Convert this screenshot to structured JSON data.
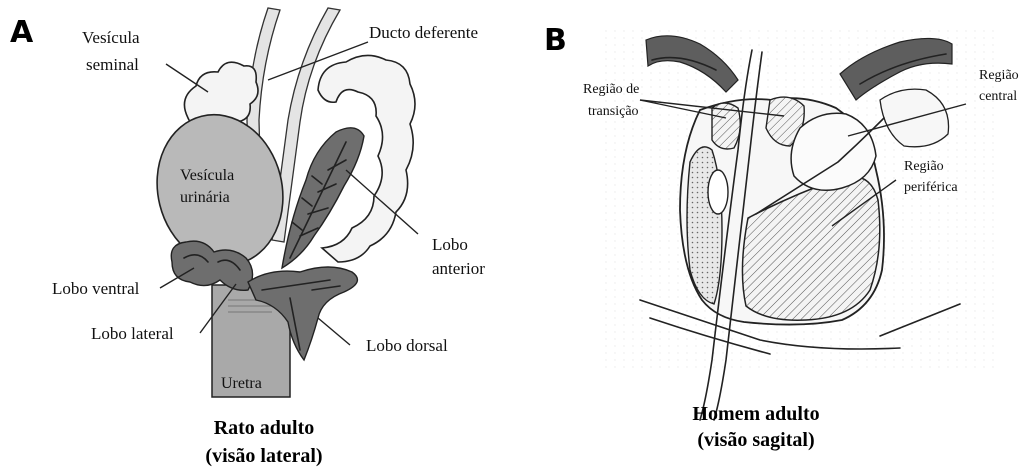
{
  "panels": [
    {
      "letter": "A",
      "labels": {
        "vesicula_seminal": [
          "Vesícula",
          "seminal"
        ],
        "ducto_deferente": "Ducto deferente",
        "vesicula_urinaria": [
          "Vesícula",
          "urinária"
        ],
        "lobo_anterior": [
          "Lobo",
          "anterior"
        ],
        "lobo_ventral": "Lobo ventral",
        "lobo_lateral": "Lobo lateral",
        "lobo_dorsal": "Lobo dorsal",
        "uretra": "Uretra"
      },
      "caption": [
        "Rato adulto",
        "(visão lateral)"
      ]
    },
    {
      "letter": "B",
      "labels": {
        "regiao_transicao": [
          "Região de",
          "transição"
        ],
        "regiao_central": [
          "Região",
          "central"
        ],
        "regiao_periferica": [
          "Região",
          "periférica"
        ]
      },
      "caption": [
        "Homem adulto",
        "(visão sagital)"
      ]
    }
  ],
  "colors": {
    "bladder": "#b9b9b9",
    "lobes_dark": "#6e6e6e",
    "urethra": "#a9a9a9",
    "seminal_vesicle": "#f2f2f2",
    "hatch": "#555555"
  }
}
